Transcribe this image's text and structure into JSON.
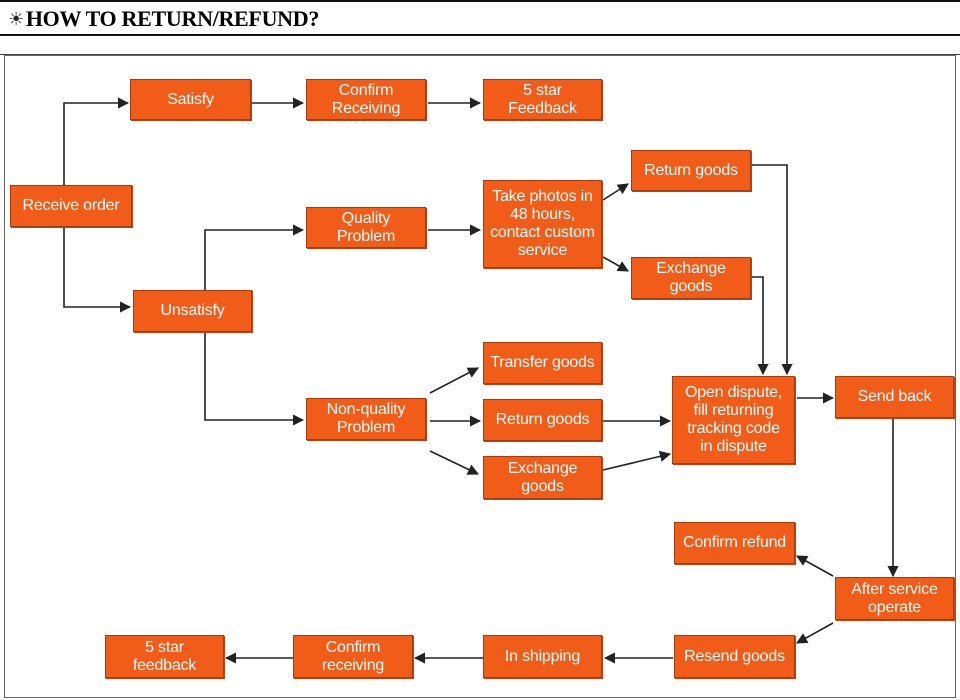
{
  "header": {
    "title": "HOW TO RETURN/REFUND?",
    "icon": "sun-icon"
  },
  "colors": {
    "box_fill": "#f25c19",
    "box_text": "#ffffff",
    "arrow": "#222222"
  },
  "nodes": {
    "receive_order": "Receive order",
    "satisfy": "Satisfy",
    "confirm_receiving_top": "Confirm\nReceiving",
    "five_star_top": "5 star\nFeedback",
    "unsatisfy": "Unsatisfy",
    "quality_problem": "Quality\nProblem",
    "take_photos": "Take photos in\n48 hours,\ncontact custom\nservice",
    "return_goods_q": "Return goods",
    "exchange_goods_q": "Exchange\ngoods",
    "non_quality_problem": "Non-quality\nProblem",
    "transfer_goods": "Transfer goods",
    "return_goods_nq": "Return goods",
    "exchange_goods_nq": "Exchange\ngoods",
    "open_dispute": "Open dispute,\nfill returning\ntracking code\nin dispute",
    "send_back": "Send back",
    "confirm_refund": "Confirm refund",
    "after_service": "After service\noperate",
    "resend_goods": "Resend goods",
    "in_shipping": "In shipping",
    "confirm_receiving_bottom": "Confirm\nreceiving",
    "five_star_bottom": "5 star\nfeedback"
  }
}
